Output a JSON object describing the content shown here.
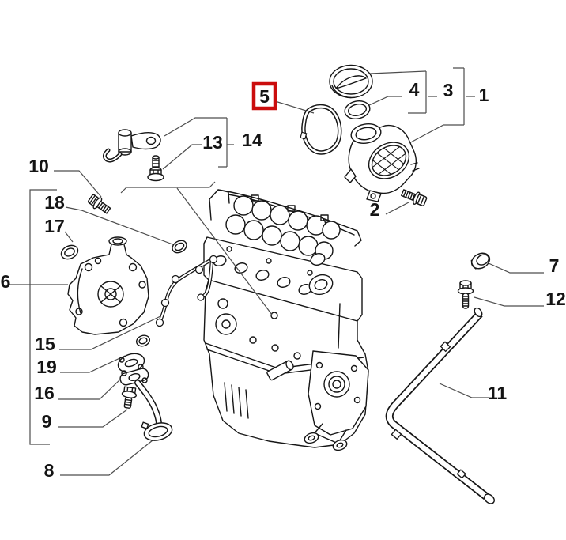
{
  "callouts": {
    "c1": "1",
    "c2": "2",
    "c3": "3",
    "c4": "4",
    "c5": "5",
    "c6": "6",
    "c7": "7",
    "c8": "8",
    "c9": "9",
    "c10": "10",
    "c11": "11",
    "c12": "12",
    "c13": "13",
    "c14": "14",
    "c15": "15",
    "c16": "16",
    "c17": "17",
    "c18": "18",
    "c19": "19"
  },
  "highlight": {
    "callout": "5",
    "color": "#cb0d0d"
  },
  "colors": {
    "part_line": "#161616",
    "leader_line": "#4d4d4d",
    "background": "#ffffff",
    "label_text": "#141414"
  }
}
